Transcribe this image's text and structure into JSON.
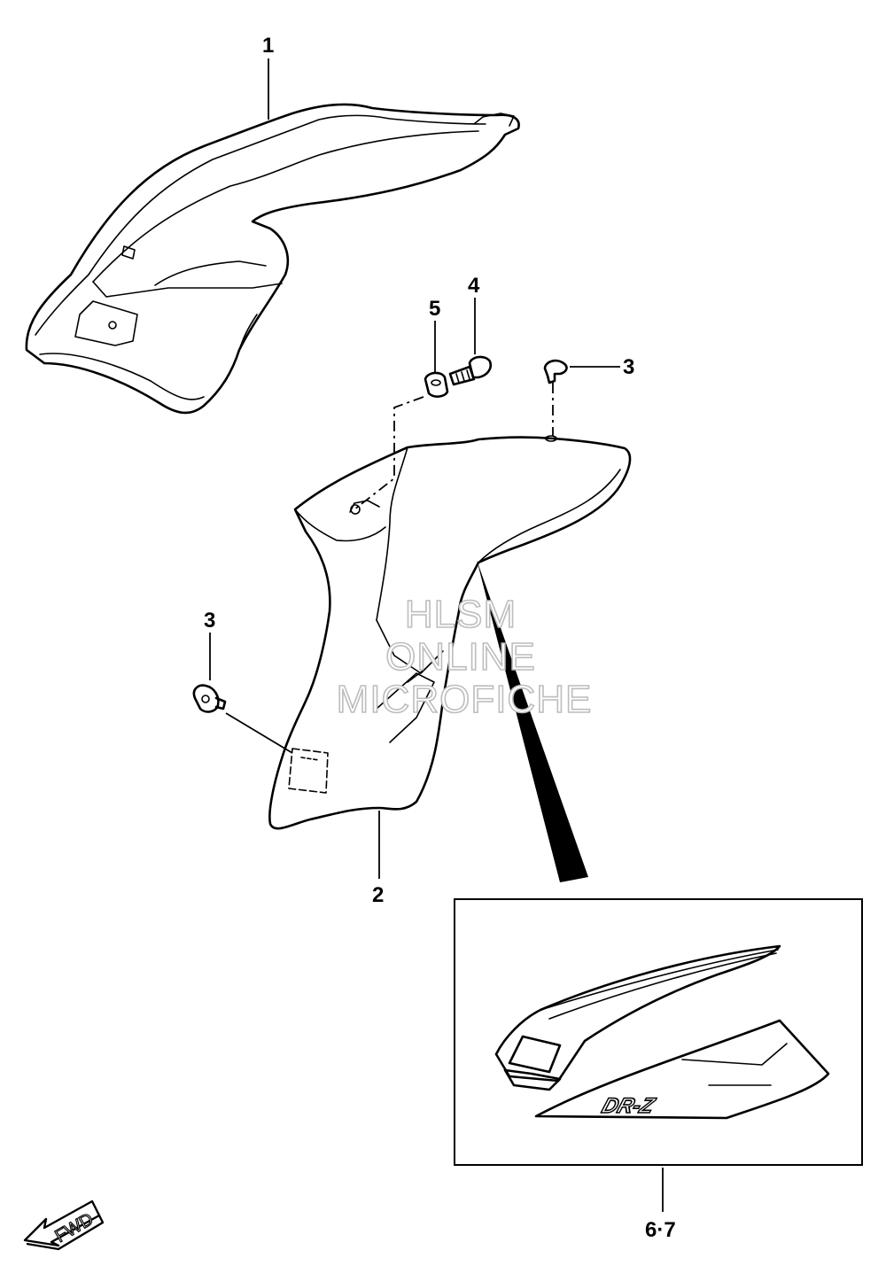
{
  "callouts": {
    "part_1": "1",
    "part_2": "2",
    "part_3a": "3",
    "part_3b": "3",
    "part_4": "4",
    "part_5": "5",
    "part_67": "6·7"
  },
  "watermark": {
    "line1": "HLSM",
    "line2": "ONLINE",
    "line3": "MICROFICHE"
  },
  "fwd_label": "FWD",
  "emblem_text": "DR-Z"
}
